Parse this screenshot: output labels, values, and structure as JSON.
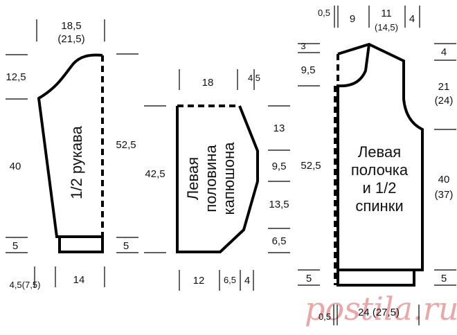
{
  "watermark": {
    "text": "postila.ru"
  },
  "sleeve": {
    "label_line1": "1/2 рукава",
    "top_width": "18,5",
    "top_width_alt": "(21,5)",
    "cap_height": "12,5",
    "body_length": "40",
    "cuff_height_left": "5",
    "cuff_height_right": "5",
    "total_length": "52,5",
    "bottom_offset": "4,5(7,5)",
    "bottom_width": "14"
  },
  "hood": {
    "label_line1": "Левая",
    "label_line2": "половина",
    "label_line3": "капюшона",
    "top_width": "18",
    "top_offset": "4,5",
    "total_height": "42,5",
    "seg1": "13",
    "seg2": "9,5",
    "seg3": "13,5",
    "seg4": "6,5",
    "bottom_width": "12",
    "bottom_seg2": "6,5",
    "bottom_seg3": "4"
  },
  "front": {
    "label_line1": "Левая",
    "label_line2": "полочка",
    "label_line3": "и 1/2",
    "label_line4": "спинки",
    "top_offset": "0,5",
    "neck_width": "9",
    "shoulder_width": "11",
    "shoulder_width_alt": "(14,5)",
    "shoulder_end": "4",
    "neck_drop_small": "3",
    "neck_depth": "9,5",
    "total_length": "52,5",
    "rib_height_left": "5",
    "shoulder_slope": "4",
    "armhole_depth": "21",
    "armhole_depth_alt": "(24)",
    "side_length": "40",
    "side_length_alt": "(37)",
    "rib_height_right": "5",
    "bottom_offset": "0,5",
    "bottom_width": "24 (27,5)"
  }
}
